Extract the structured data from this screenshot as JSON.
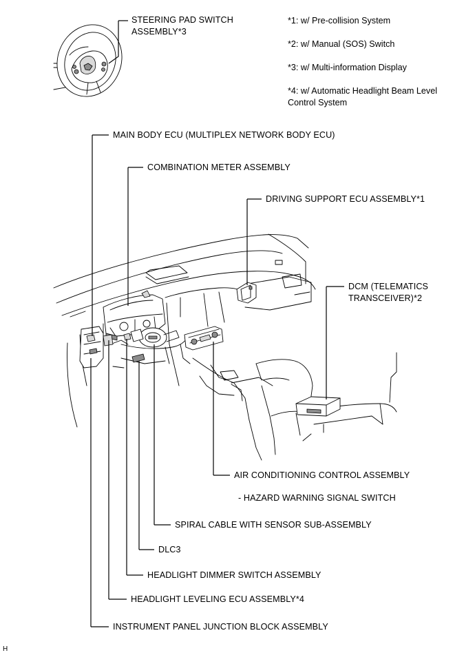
{
  "notes": [
    "*1: w/ Pre-collision System",
    "*2: w/ Manual (SOS) Switch",
    "*3: w/ Multi-information Display",
    "*4: w/ Automatic Headlight Beam Level Control System"
  ],
  "labels": {
    "steering_pad_switch": [
      "STEERING PAD SWITCH",
      "ASSEMBLY*3"
    ],
    "main_body_ecu": "MAIN BODY ECU (MULTIPLEX NETWORK BODY ECU)",
    "combination_meter": "COMBINATION METER ASSEMBLY",
    "driving_support_ecu": "DRIVING SUPPORT ECU ASSEMBLY*1",
    "dcm": [
      "DCM (TELEMATICS",
      "TRANSCEIVER)*2"
    ],
    "air_conditioning_control": "AIR CONDITIONING CONTROL ASSEMBLY",
    "hazard_warning_switch": "- HAZARD WARNING SIGNAL SWITCH",
    "spiral_cable": "SPIRAL CABLE WITH SENSOR SUB-ASSEMBLY",
    "dlc3": "DLC3",
    "headlight_dimmer_switch": "HEADLIGHT DIMMER SWITCH ASSEMBLY",
    "headlight_leveling_ecu": "HEADLIGHT LEVELING ECU ASSEMBLY*4",
    "instrument_panel_jb": "INSTRUMENT PANEL JUNCTION BLOCK ASSEMBLY"
  },
  "corner_mark": "H"
}
